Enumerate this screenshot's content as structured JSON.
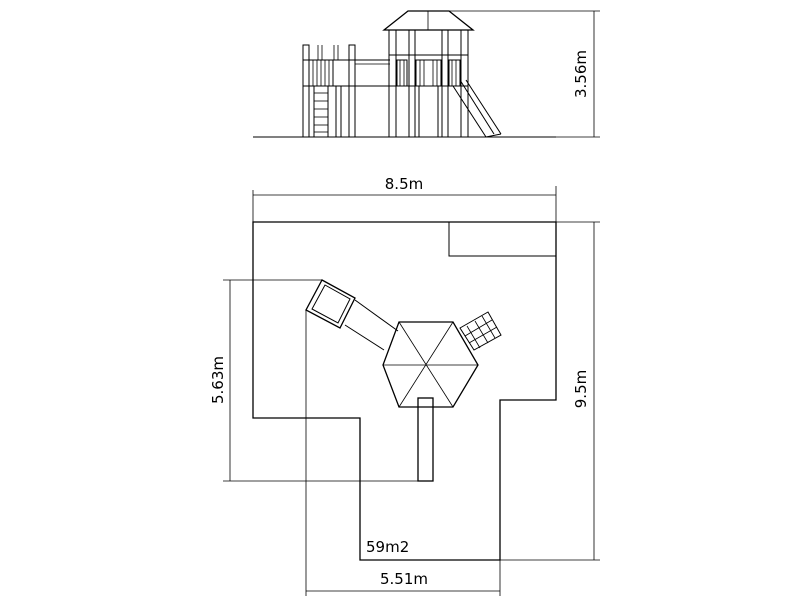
{
  "dimensions": {
    "height": "3.56m",
    "width_top": "8.5m",
    "height_side": "9.5m",
    "depth_left": "5.63m",
    "width_bottom": "5.51m"
  },
  "area": "59m2"
}
